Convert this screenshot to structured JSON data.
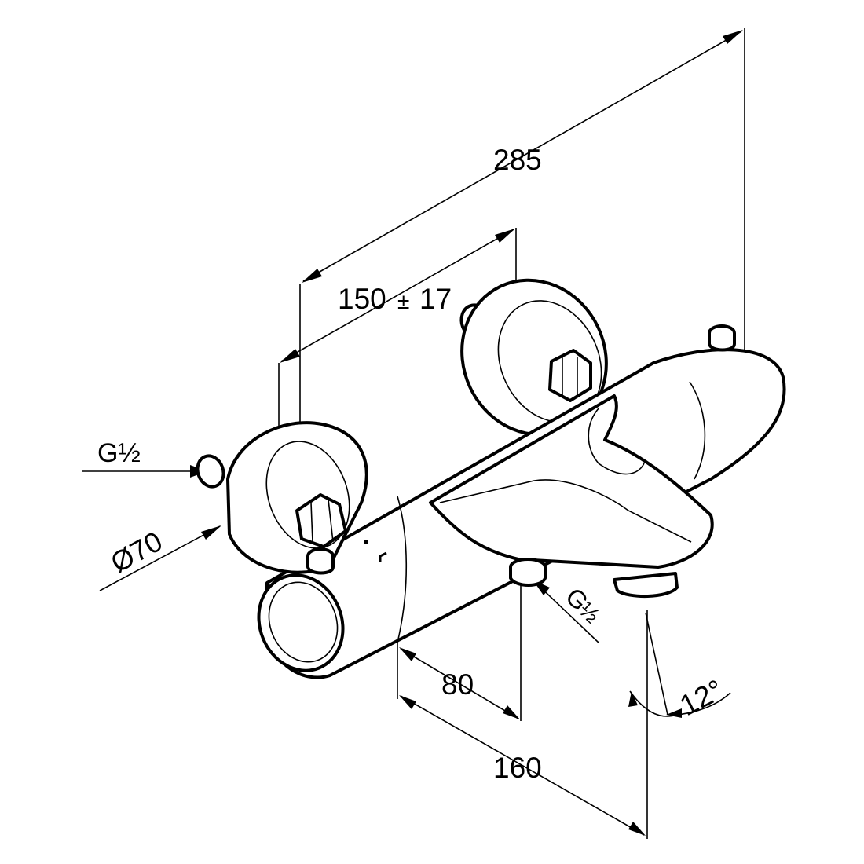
{
  "dimensions": {
    "overall_length": "285",
    "connection_spacing": "150",
    "tolerance_sign": "±",
    "tolerance_value": "17",
    "thread_inlet": "G½",
    "thread_outlet_g": "G",
    "thread_outlet_fraction": "½",
    "rosette_diameter": "Ø70",
    "body_to_outlet": "80",
    "body_to_spout": "160",
    "spout_angle": "12°"
  }
}
